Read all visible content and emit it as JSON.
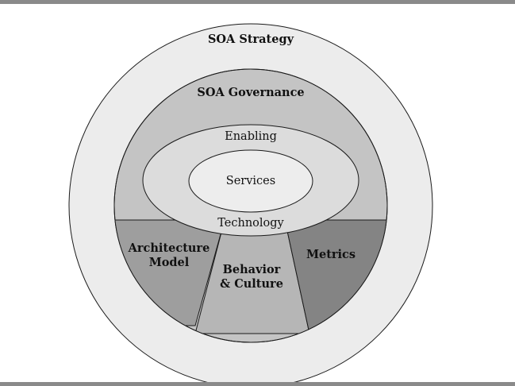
{
  "diagram": {
    "outer_ring_label": "SOA Strategy",
    "governance_label": "SOA Governance",
    "enabling_label": "Enabling",
    "technology_label": "Technology",
    "core_label": "Services",
    "segments": {
      "architecture": {
        "line1": "Architecture",
        "line2": "Model"
      },
      "behavior": {
        "line1": "Behavior",
        "line2": "& Culture"
      },
      "metrics": {
        "line1": "Metrics"
      }
    }
  },
  "colors": {
    "outer_ring": "#ececec",
    "governance": "#c4c4c4",
    "technology_ellipse": "#dcdcdc",
    "services_ellipse": "#ededed",
    "architecture_segment": "#9e9e9e",
    "behavior_segment": "#b6b6b6",
    "metrics_segment": "#848484",
    "stroke": "#1a1a1a",
    "border_rule": "#8a8a8a"
  }
}
